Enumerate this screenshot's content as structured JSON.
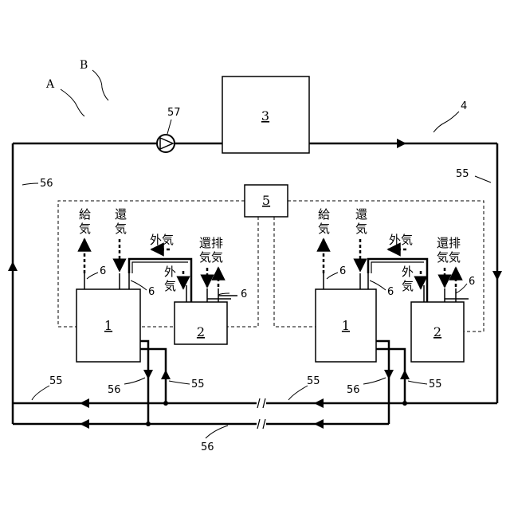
{
  "refs": {
    "A": "A",
    "B": "B",
    "four": "4",
    "fifty_seven": "57",
    "fifty_five": "55",
    "fifty_six": "56",
    "six": "6"
  },
  "boxes": {
    "chiller": "3",
    "controller": "5",
    "indoor": "1",
    "exchanger": "2"
  },
  "air": {
    "supply_1": "給",
    "supply_2": "気",
    "return_1": "還",
    "return_2": "気",
    "outdoor": "外気",
    "outdoor_1": "外",
    "outdoor_2": "気",
    "return_exhaust_1": "還排",
    "return_exhaust_2": "気気"
  }
}
